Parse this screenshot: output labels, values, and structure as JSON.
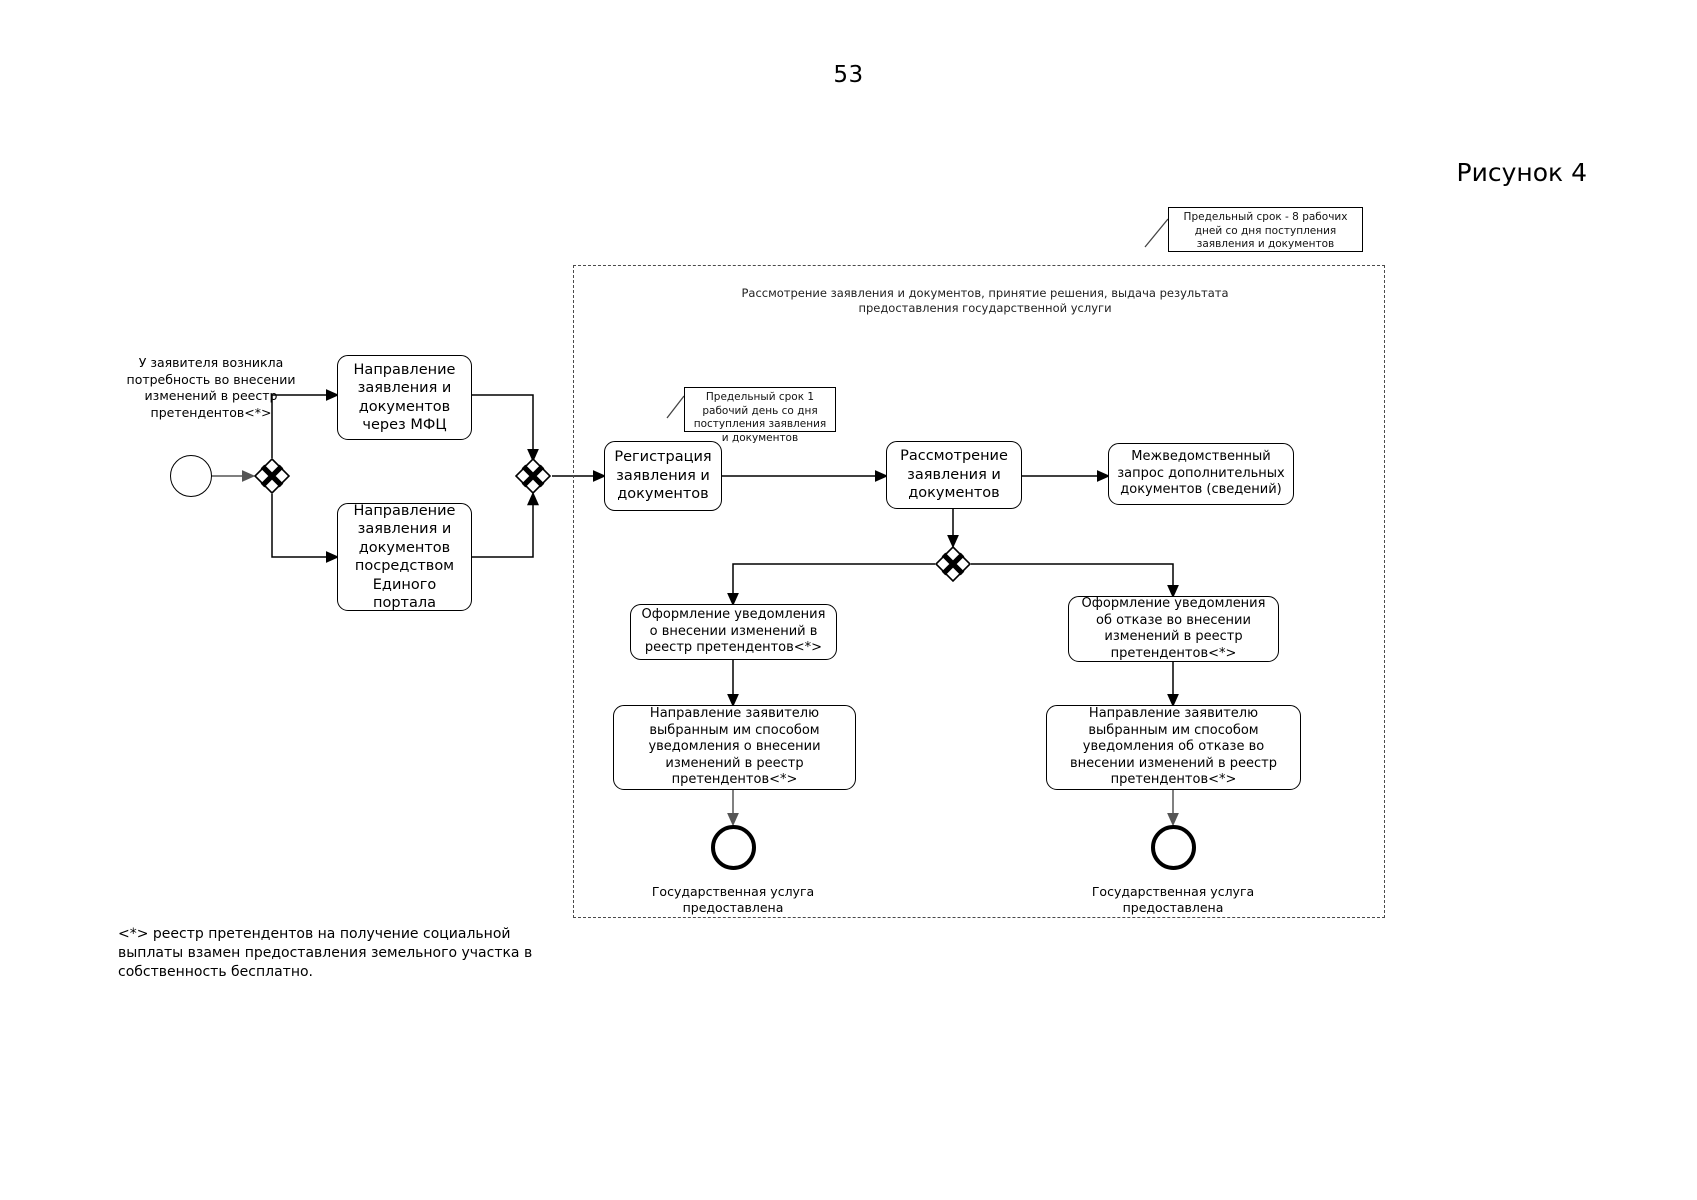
{
  "page": {
    "number": "53",
    "figure_caption": "Рисунок 4"
  },
  "pool": {
    "title": "Рассмотрение заявления и документов, принятие решения, выдача результата предоставления государственной услуги"
  },
  "notes": [
    {
      "id": "note-deadline-8-days",
      "text": "Предельный срок - 8 рабочих дней со дня поступления заявления и документов"
    },
    {
      "id": "note-deadline-1-day",
      "text": "Предельный срок 1 рабочий день со дня поступления заявления и документов"
    }
  ],
  "start_event": {
    "label": "У заявителя возникла потребность во внесении изменений в реестр претендентов<*>"
  },
  "tasks": [
    {
      "id": "task-mfc",
      "text": "Направление заявления и документов через МФЦ"
    },
    {
      "id": "task-portal",
      "text": "Направление заявления и документов посредством Единого портала"
    },
    {
      "id": "task-registration",
      "text": "Регистрация заявления и документов"
    },
    {
      "id": "task-review",
      "text": "Рассмотрение заявления и документов"
    },
    {
      "id": "task-interagency-request",
      "text": "Межведомственный запрос дополнительных документов (сведений)"
    },
    {
      "id": "task-notice-approve",
      "text": "Оформление уведомления о внесении изменений в реестр претендентов<*>"
    },
    {
      "id": "task-notice-reject",
      "text": "Оформление уведомления об отказе во внесении изменений в реестр претендентов<*>"
    },
    {
      "id": "task-send-approve",
      "text": "Направление заявителю выбранным им способом уведомления о внесении изменений в реестр претендентов<*>"
    },
    {
      "id": "task-send-reject",
      "text": "Направление заявителю выбранным им способом уведомления об отказе во внесении изменений в реестр претендентов<*>"
    }
  ],
  "end_events": [
    {
      "id": "end-left",
      "label": "Государственная услуга предоставлена"
    },
    {
      "id": "end-right",
      "label": "Государственная услуга предоставлена"
    }
  ],
  "gateways": [
    {
      "id": "gateway-split-channel"
    },
    {
      "id": "gateway-join-channel"
    },
    {
      "id": "gateway-decision"
    }
  ],
  "footnote": {
    "text": "<*> реестр претендентов на получение социальной выплаты взамен предоставления земельного участка в собственность бесплатно."
  }
}
